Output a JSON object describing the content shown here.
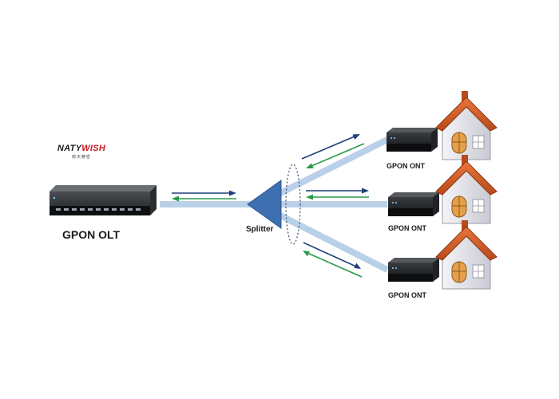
{
  "brand": {
    "name_part1": "NATY",
    "name_part2": "WISH",
    "subtitle": "南天精密",
    "accent_color": "#c8161d"
  },
  "olt": {
    "label": "GPON OLT",
    "icon": "olt-device-icon"
  },
  "splitter": {
    "label": "Splitter",
    "color": "#3e6fb0",
    "icon": "splitter-triangle-icon"
  },
  "onts": [
    {
      "label": "GPON ONT",
      "icon": "ont-device-icon"
    },
    {
      "label": "GPON ONT",
      "icon": "ont-device-icon"
    },
    {
      "label": "GPON ONT",
      "icon": "ont-device-icon"
    }
  ],
  "houses": [
    {
      "icon": "house-icon"
    },
    {
      "icon": "house-icon"
    },
    {
      "icon": "house-icon"
    }
  ],
  "colors": {
    "fiber": "#b9d0e8",
    "downstream_arrow": "#1f3f7a",
    "upstream_arrow": "#2a9a4a",
    "roof": "#d9622b",
    "wall": "#e9e9ee"
  }
}
